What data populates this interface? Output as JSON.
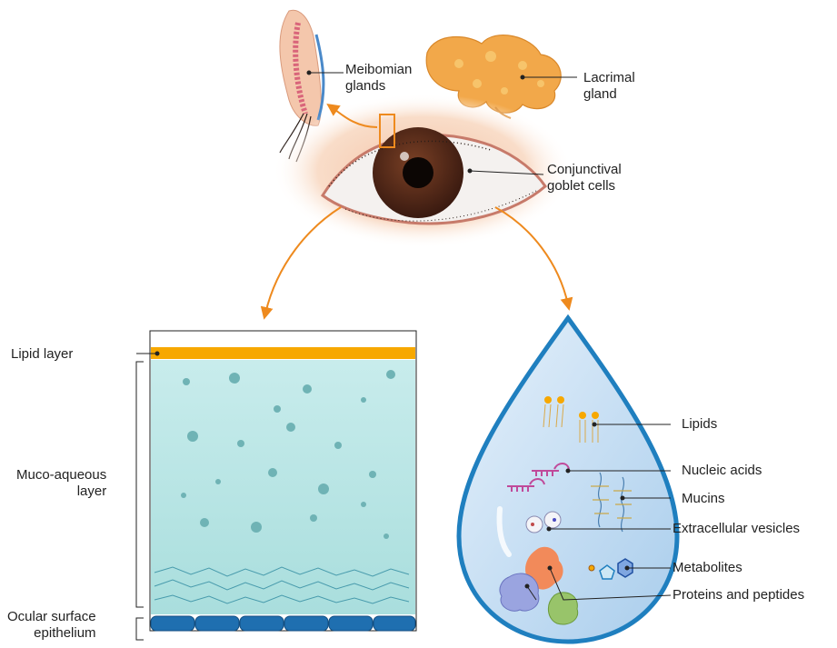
{
  "labels": {
    "meibomian_glands": [
      "Meibomian",
      "glands"
    ],
    "lacrimal_gland": [
      "Lacrimal",
      "gland"
    ],
    "conjunctival_goblet_cells": [
      "Conjunctival",
      "goblet cells"
    ],
    "lipid_layer": "Lipid layer",
    "muco_aqueous_layer": [
      "Muco-aqueous",
      "layer"
    ],
    "ocular_surface_epithelium": [
      "Ocular surface",
      "epithelium"
    ]
  },
  "components": [
    "Lipids",
    "Nucleic acids",
    "Mucins",
    "Extracellular vesicles",
    "Metabolites",
    "Proteins and peptides"
  ],
  "colors": {
    "arrow": "#ee8a1e",
    "lipid_layer": "#f7a800",
    "aqueous": "#bfe6e6",
    "epithelium": "#1f6fb0",
    "drop_fill": "#cfe3f4",
    "drop_stroke": "#1f7fbf",
    "gland": "#f2a84a",
    "iris": "#4a2416"
  }
}
